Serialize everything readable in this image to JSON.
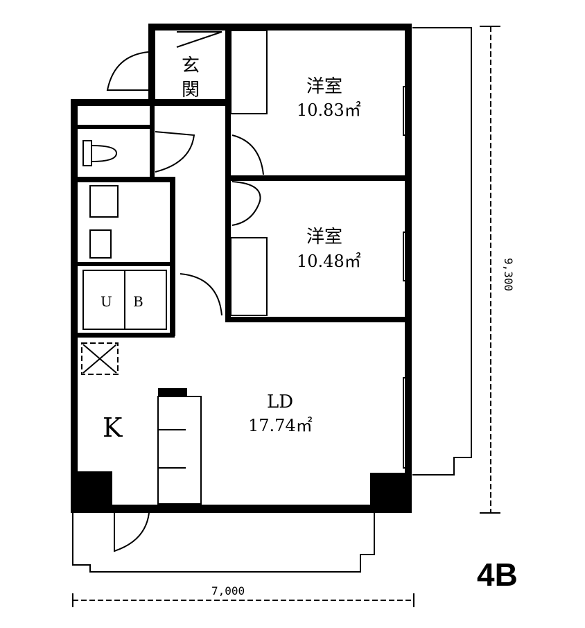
{
  "plan": {
    "unit_label": "4B",
    "rooms": {
      "entrance": "玄関",
      "bedroom1_name": "洋室",
      "bedroom1_area": "10.83㎡",
      "bedroom2_name": "洋室",
      "bedroom2_area": "10.48㎡",
      "ld_name": "LD",
      "ld_area": "17.74㎡",
      "kitchen": "K",
      "unit_bath_u": "U",
      "unit_bath_b": "B"
    },
    "dimensions": {
      "width": "7,000",
      "depth": "9,300"
    }
  }
}
